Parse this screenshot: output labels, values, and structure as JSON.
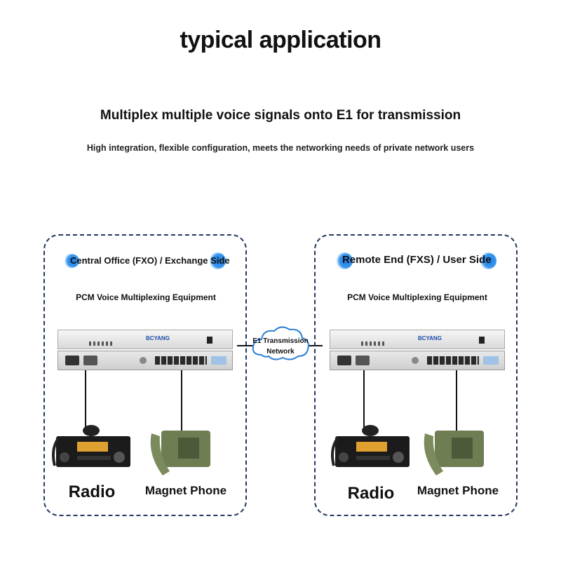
{
  "header": {
    "title": "typical application",
    "subtitle": "Multiplex multiple voice signals onto E1 for transmission",
    "tagline": "High integration, flexible configuration, meets the networking needs of private network users"
  },
  "left_panel": {
    "side_label": "Central Office (FXO) / Exchange Side",
    "equipment_label": "PCM Voice Multiplexing Equipment",
    "brand": "BCYANG",
    "radio_label": "Radio",
    "phone_label": "Magnet Phone"
  },
  "right_panel": {
    "side_label": "Remote End (FXS) / User Side",
    "equipment_label": "PCM Voice Multiplexing Equipment",
    "brand": "BCYANG",
    "radio_label": "Radio",
    "phone_label": "Magnet Phone"
  },
  "network": {
    "label_line1": "E1 Transmission",
    "label_line2": "Network"
  },
  "colors": {
    "panel_border": "#24365f",
    "accent_blue": "#1e7de0",
    "cloud_stroke": "#2f7fd6",
    "phone_green": "#6e7d52"
  }
}
